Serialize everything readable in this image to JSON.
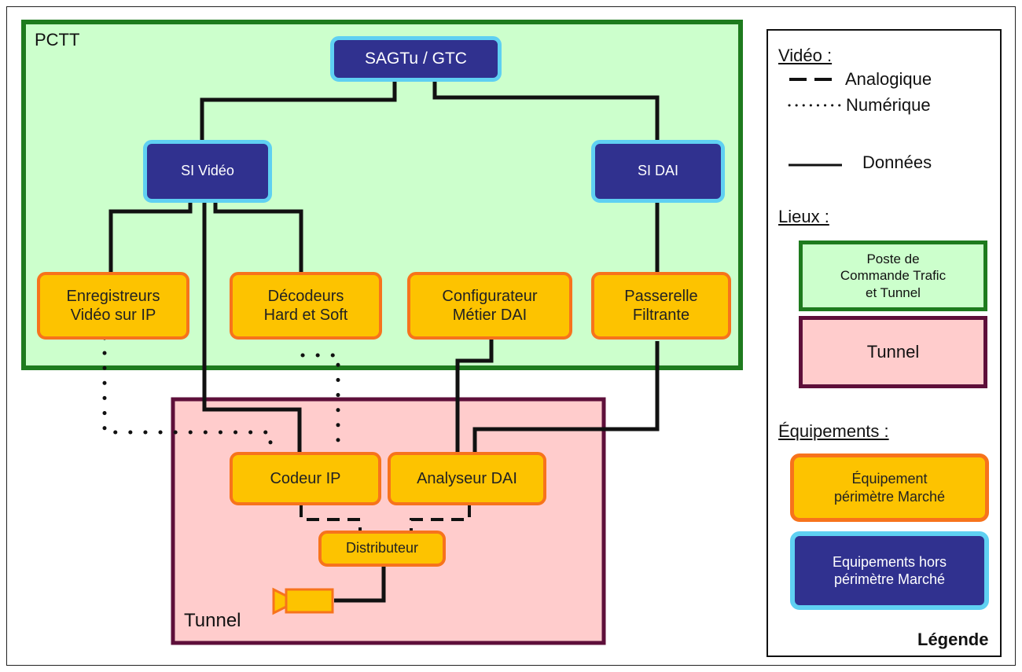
{
  "zones": {
    "pctt_label": "PCTT",
    "tunnel_label": "Tunnel"
  },
  "nodes": {
    "sagtu_gtc": "SAGTu / GTC",
    "si_video": "SI Vidéo",
    "si_dai": "SI DAI",
    "enregistreurs": "Enregistreurs\nVidéo sur IP",
    "decodeurs": "Décodeurs\nHard et Soft",
    "configurateur": "Configurateur\nMétier DAI",
    "passerelle": "Passerelle\nFiltrante",
    "codeur_ip": "Codeur IP",
    "analyseur_dai": "Analyseur DAI",
    "distributeur": "Distributeur"
  },
  "legend": {
    "video_heading": "Vidéo :",
    "analogique": "Analogique",
    "numerique": "Numérique",
    "donnees": "Données",
    "lieux_heading": "Lieux :",
    "poste_commande": "Poste de\nCommande Trafic\net Tunnel",
    "tunnel": "Tunnel",
    "equipements_heading": "Équipements :",
    "equipement_marche": "Équipement\npérimètre Marché",
    "equipement_hors_marche": "Equipements hors\npérimètre Marché",
    "title": "Légende"
  },
  "colors": {
    "pctt_fill": "#ccffcc",
    "pctt_border": "#1e7b1e",
    "tunnel_fill": "#ffcccc",
    "tunnel_border": "#5e0f3a",
    "blue_node_fill": "#30318f",
    "blue_node_border": "#5fd0f2",
    "orange_node_fill": "#fdc300",
    "orange_node_border": "#f7731c"
  },
  "icons": {
    "camera": "camera-icon"
  }
}
